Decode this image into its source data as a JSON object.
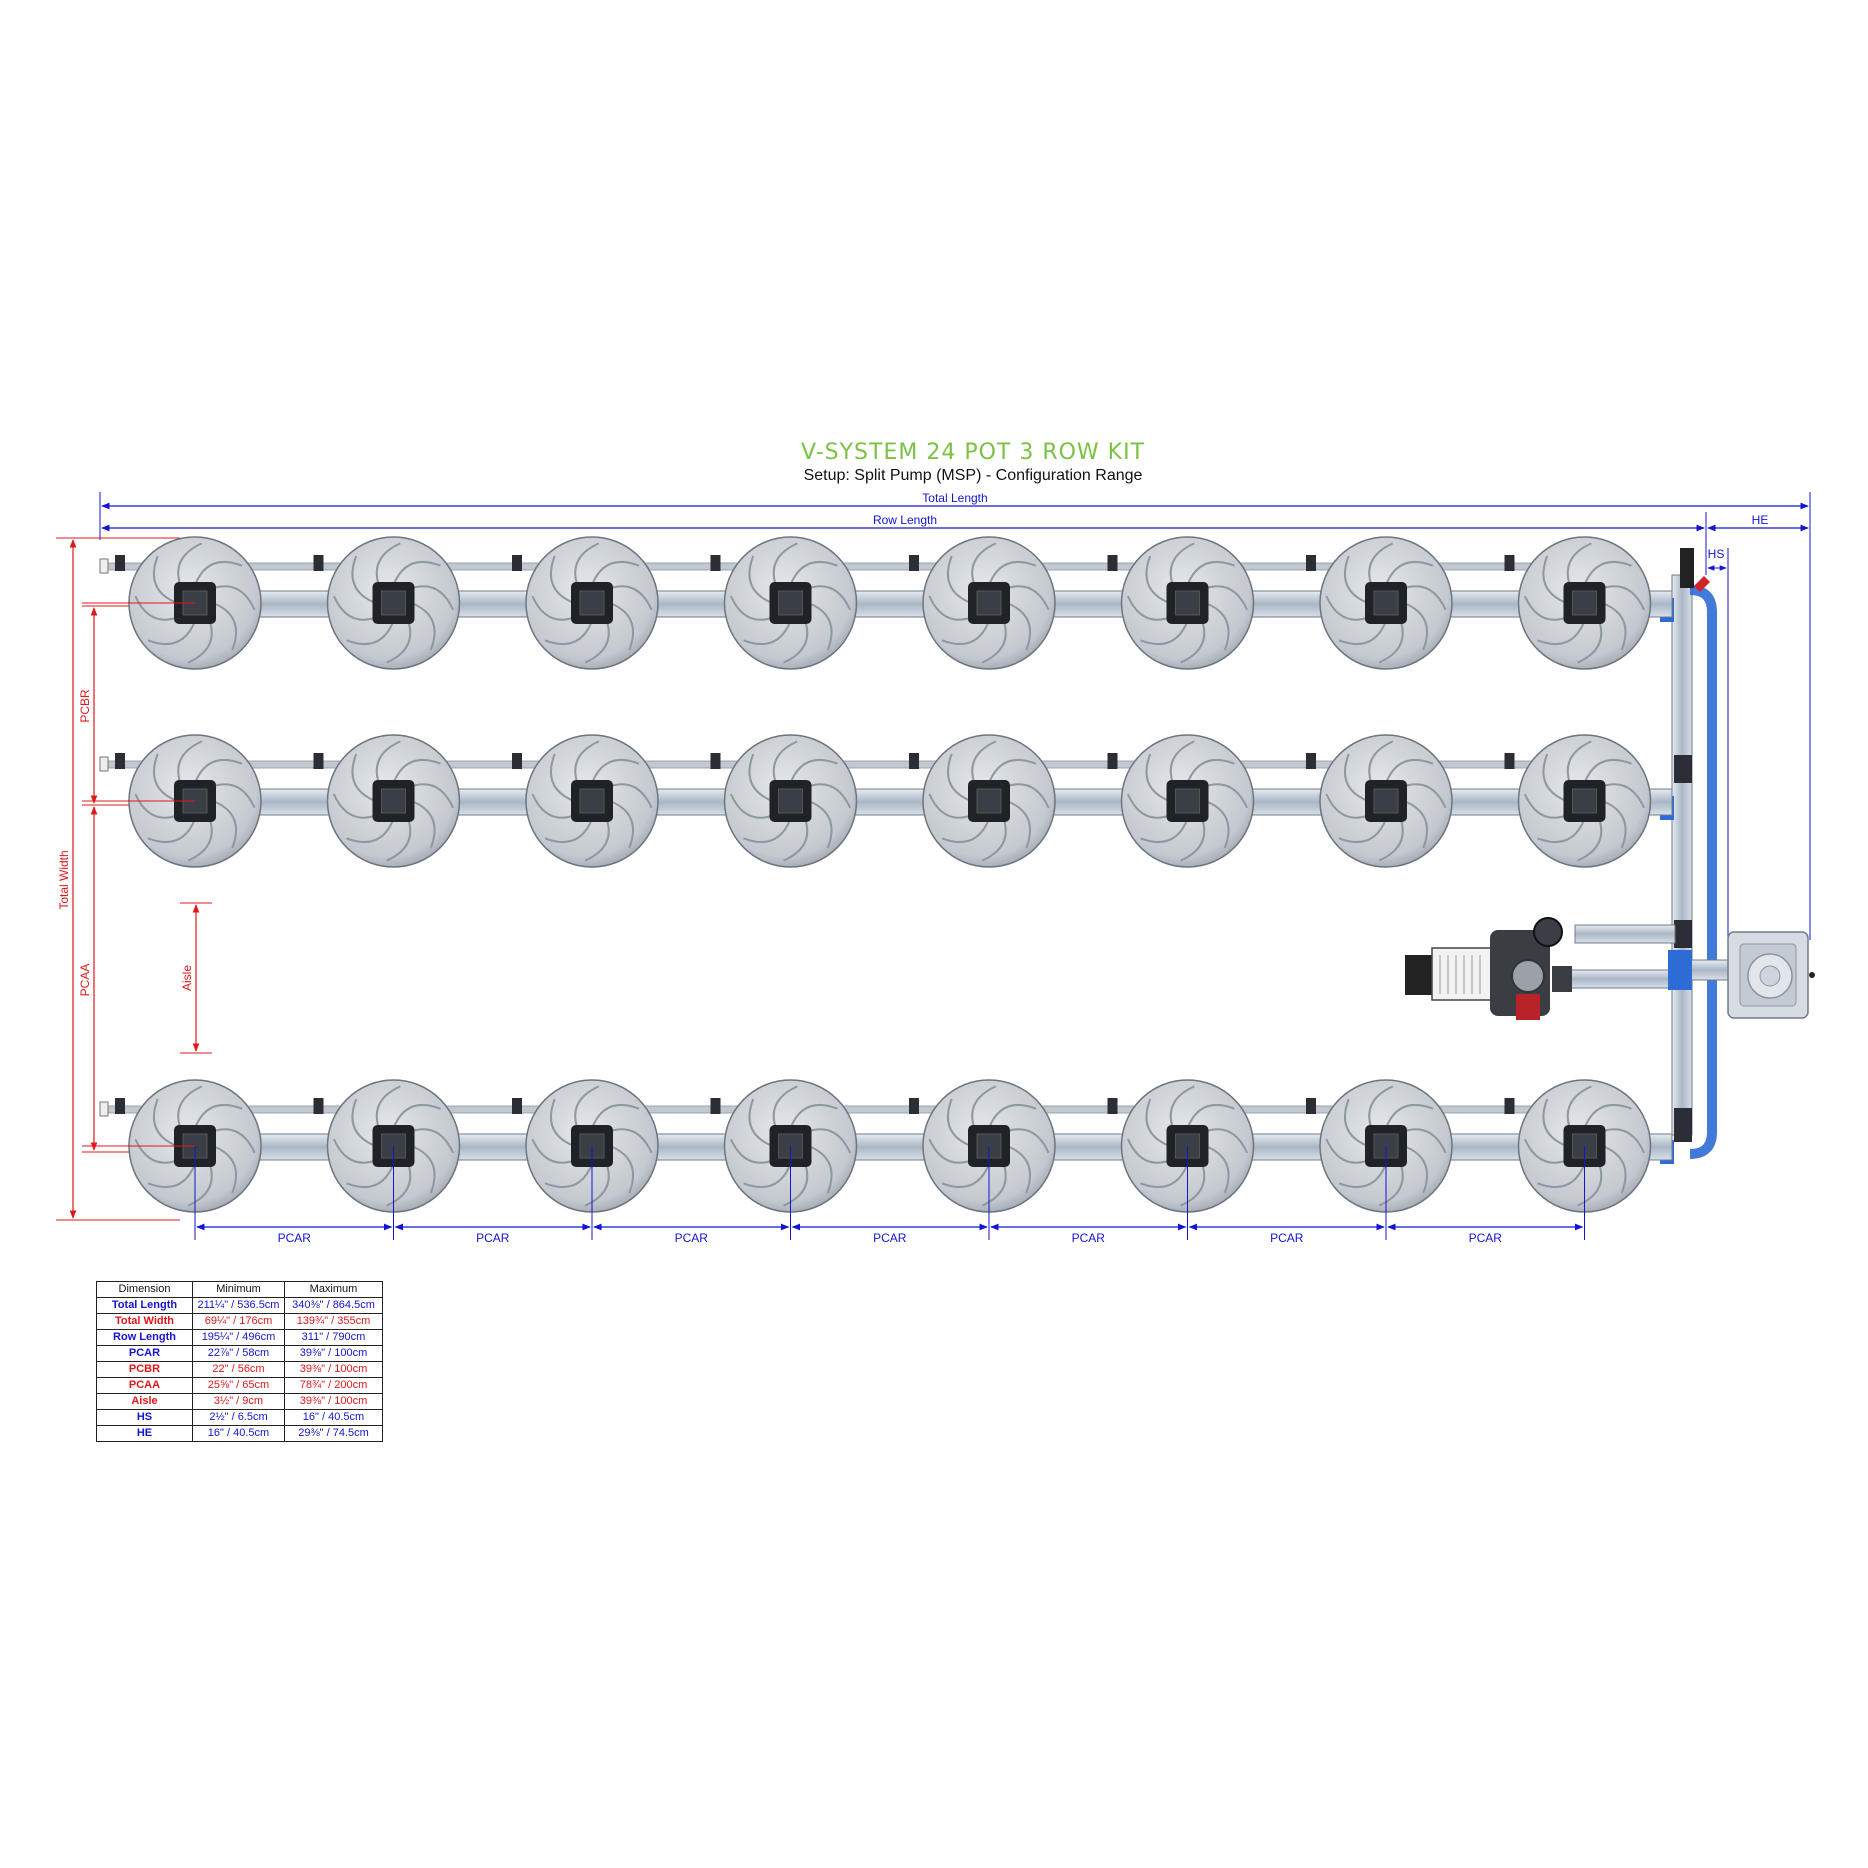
{
  "title": "V-SYSTEM 24 POT 3 ROW KIT",
  "subtitle": "Setup: Split Pump (MSP) - Configuration Range",
  "labels": {
    "total_length": "Total Length",
    "row_length": "Row Length",
    "he": "HE",
    "hs": "HS",
    "total_width": "Total Width",
    "pcbr": "PCBR",
    "pcaa": "PCAA",
    "aisle": "Aisle",
    "pcar": "PCAR"
  },
  "colors": {
    "title_green": "#7bc142",
    "dim_blue": "#1414d2",
    "dim_red": "#e0181b",
    "pot_gray": "#c9cdd2",
    "pipe_blue": "#2d6bd6"
  },
  "layout": {
    "rows": 3,
    "pots_per_row": 8
  },
  "table": {
    "headers": [
      "Dimension",
      "Minimum",
      "Maximum"
    ],
    "rows": [
      {
        "name": "Total Length",
        "min": "211¼\" / 536.5cm",
        "max": "340⅜\" / 864.5cm",
        "color": "blue"
      },
      {
        "name": "Total Width",
        "min": "69¼\" / 176cm",
        "max": "139¾\" / 355cm",
        "color": "red"
      },
      {
        "name": "Row Length",
        "min": "195¼\" / 496cm",
        "max": "311\" / 790cm",
        "color": "blue"
      },
      {
        "name": "PCAR",
        "min": "22⅞\" / 58cm",
        "max": "39⅜\" / 100cm",
        "color": "blue"
      },
      {
        "name": "PCBR",
        "min": "22\" / 56cm",
        "max": "39⅜\" / 100cm",
        "color": "red"
      },
      {
        "name": "PCAA",
        "min": "25⅝\" / 65cm",
        "max": "78¾\" / 200cm",
        "color": "red"
      },
      {
        "name": "Aisle",
        "min": "3½\" / 9cm",
        "max": "39⅜\" / 100cm",
        "color": "red"
      },
      {
        "name": "HS",
        "min": "2½\" / 6.5cm",
        "max": "16\" / 40.5cm",
        "color": "blue"
      },
      {
        "name": "HE",
        "min": "16\" / 40.5cm",
        "max": "29⅜\" / 74.5cm",
        "color": "blue"
      }
    ]
  }
}
